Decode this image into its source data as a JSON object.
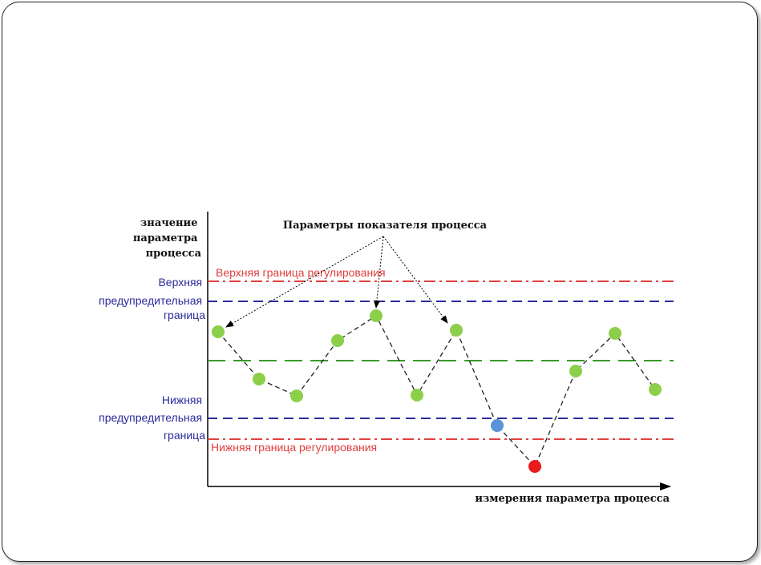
{
  "diagram": {
    "y_axis_label": [
      "значение",
      "параметра",
      "процесса"
    ],
    "x_axis_label": "измерения параметра процесса",
    "callout": "Параметры показателя процесса",
    "upper_control_limit": {
      "label": "Верхняя граница регулирования",
      "color": "#e04040"
    },
    "lower_control_limit": {
      "label": "Нижняя граница регулирования",
      "color": "#e04040"
    },
    "upper_warning_limit": {
      "label": [
        "Верхняя",
        "предупредительная",
        "граница"
      ],
      "color": "#2b2b9c"
    },
    "lower_warning_limit": {
      "label": [
        "Нижняя",
        "предупредительная",
        "граница"
      ],
      "color": "#2b2b9c"
    },
    "center_line": {
      "color": "#3a9a2a"
    },
    "point_colors": {
      "normal": "#8ccf4a",
      "warning": "#5b93d8",
      "out_of_control": "#e81c1c"
    },
    "points": [
      {
        "index": 1,
        "status": "normal"
      },
      {
        "index": 2,
        "status": "normal"
      },
      {
        "index": 3,
        "status": "normal"
      },
      {
        "index": 4,
        "status": "normal"
      },
      {
        "index": 5,
        "status": "normal"
      },
      {
        "index": 6,
        "status": "normal"
      },
      {
        "index": 7,
        "status": "normal"
      },
      {
        "index": 8,
        "status": "warning"
      },
      {
        "index": 9,
        "status": "out_of_control"
      },
      {
        "index": 10,
        "status": "normal"
      },
      {
        "index": 11,
        "status": "normal"
      },
      {
        "index": 12,
        "status": "normal"
      }
    ]
  }
}
